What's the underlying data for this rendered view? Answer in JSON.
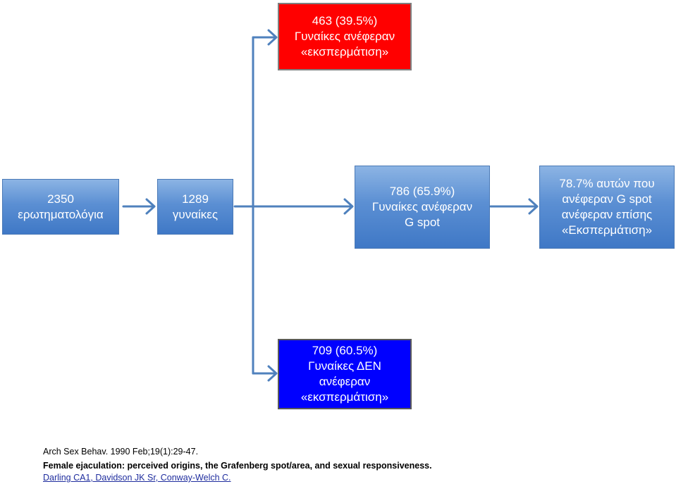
{
  "colors": {
    "box_gradient_top": "#8cb4e4",
    "box_gradient_bottom": "#3f78c6",
    "highlight_red": "#ff0000",
    "highlight_blue": "#0000ff",
    "connector": "#4f81bd"
  },
  "boxes": {
    "questionnaires": {
      "line1": "2350",
      "line2": "ερωτηματολόγια"
    },
    "women": {
      "line1": "1289",
      "line2": "γυναίκες"
    },
    "g_spot": {
      "line1": "786 (65.9%)",
      "line2": "Γυναίκες ανέφεραν",
      "line3": "G spot"
    },
    "g_spot_ejaculation": {
      "line1": "78.7% αυτών που",
      "line2": "ανέφεραν G spot",
      "line3": "ανέφεραν επίσης",
      "line4": "«Εκσπερμάτιση»"
    },
    "reported_ejaculation": {
      "line1": "463 (39.5%)",
      "line2": "Γυναίκες ανέφεραν",
      "line3": "«εκσπερμάτιση»"
    },
    "not_reported_ejaculation": {
      "line1": "709 (60.5%)",
      "line2": "Γυναίκες  ΔΕΝ",
      "line3": "ανέφεραν",
      "line4": "«εκσπερμάτιση»"
    }
  },
  "reference": {
    "journal": "Arch Sex Behav. 1990 Feb;19(1):29-47.",
    "title": "Female ejaculation: perceived origins, the Grafenberg spot/area, and sexual responsiveness.",
    "authors": "Darling CA1, Davidson JK Sr, Conway-Welch C."
  }
}
